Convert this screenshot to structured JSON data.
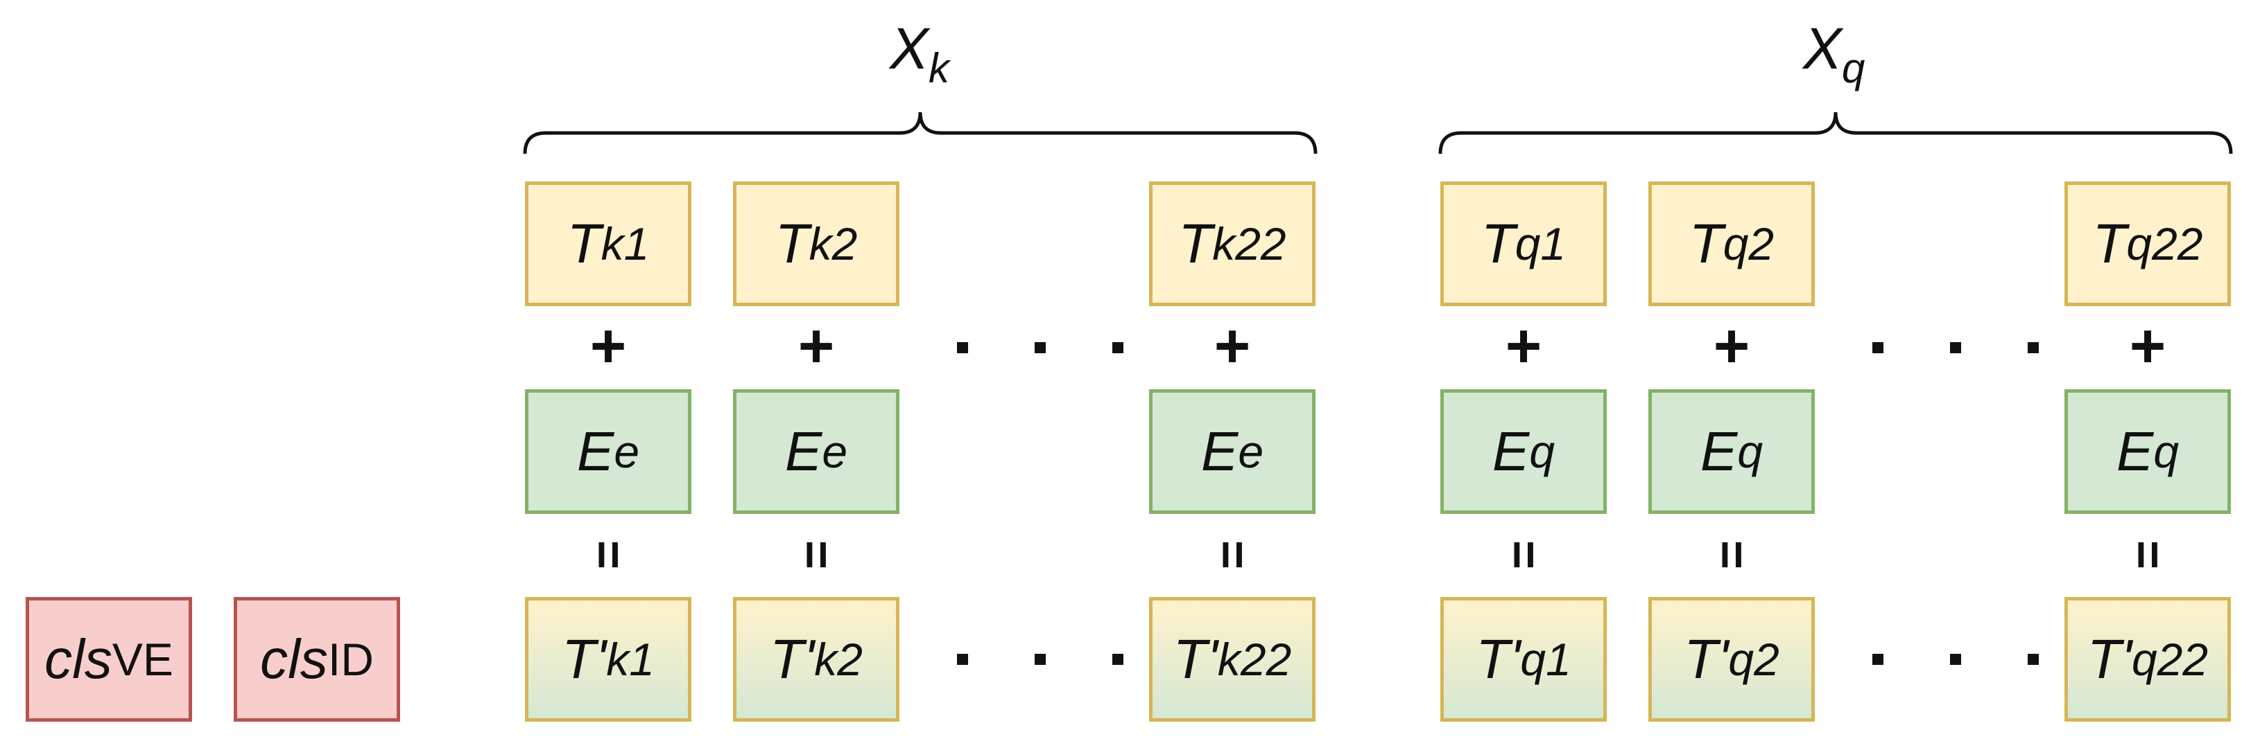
{
  "groups": [
    {
      "label": {
        "main": "X",
        "sub": "k"
      },
      "tokens": [
        {
          "main": "T",
          "sub": "k1"
        },
        {
          "main": "T",
          "sub": "k2"
        },
        {
          "main": "T",
          "sub": "k22"
        }
      ],
      "embeddings": [
        {
          "main": "E",
          "sub": "e"
        },
        {
          "main": "E",
          "sub": "e"
        },
        {
          "main": "E",
          "sub": "e"
        }
      ],
      "results": [
        {
          "main": "T'",
          "sub": "k1"
        },
        {
          "main": "T'",
          "sub": "k2"
        },
        {
          "main": "T'",
          "sub": "k22"
        }
      ]
    },
    {
      "label": {
        "main": "X",
        "sub": "q"
      },
      "tokens": [
        {
          "main": "T",
          "sub": "q1"
        },
        {
          "main": "T",
          "sub": "q2"
        },
        {
          "main": "T",
          "sub": "q22"
        }
      ],
      "embeddings": [
        {
          "main": "E",
          "sub": "q"
        },
        {
          "main": "E",
          "sub": "q"
        },
        {
          "main": "E",
          "sub": "q"
        }
      ],
      "results": [
        {
          "main": "T'",
          "sub": "q1"
        },
        {
          "main": "T'",
          "sub": "q2"
        },
        {
          "main": "T'",
          "sub": "q22"
        }
      ]
    }
  ],
  "cls_tokens": [
    {
      "main": "cls",
      "sub": "VE"
    },
    {
      "main": "cls",
      "sub": "ID"
    }
  ],
  "operators": {
    "plus": "+",
    "equals": "="
  },
  "colors": {
    "token_fill": "#fff2cc",
    "token_stroke": "#d6b656",
    "embedding_fill": "#d5e8d4",
    "embedding_stroke": "#82b366",
    "cls_fill": "#f8cecc",
    "cls_stroke": "#b85450"
  }
}
